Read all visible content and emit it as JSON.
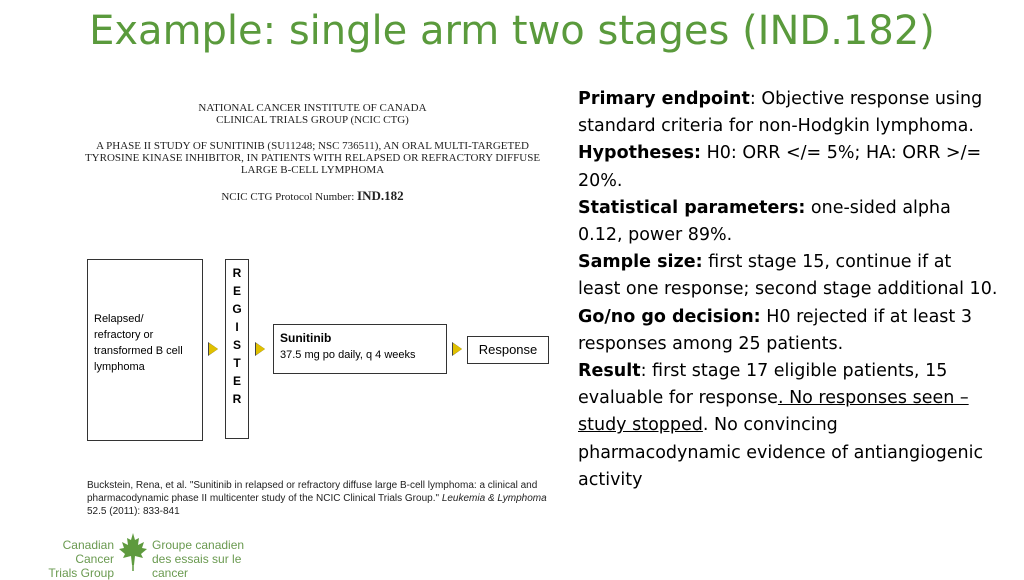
{
  "slide": {
    "title": "Example: single arm two stages (IND.182)"
  },
  "protocol": {
    "org_line1": "NATIONAL CANCER INSTITUTE OF CANADA",
    "org_line2": "CLINICAL TRIALS GROUP (NCIC CTG)",
    "study_line1": "A PHASE II STUDY OF SUNITINIB (SU11248; NSC 736511), AN ORAL MULTI-TARGETED",
    "study_line2": "TYROSINE KINASE INHIBITOR, IN PATIENTS WITH RELAPSED OR REFRACTORY DIFFUSE",
    "study_line3": "LARGE B-CELL LYMPHOMA",
    "number_label": "NCIC CTG Protocol Number: ",
    "number_value": "IND.182"
  },
  "schema": {
    "population_lines": [
      "Relapsed/",
      "refractory or",
      "transformed B cell",
      "lymphoma"
    ],
    "register_letters": [
      "R",
      "E",
      "G",
      "I",
      "S",
      "T",
      "E",
      "R"
    ],
    "drug_name": "Sunitinib",
    "drug_dose": "37.5 mg  po daily, q 4 weeks",
    "outcome": "Response"
  },
  "citation": {
    "part1": "Buckstein, Rena, et al. \"Sunitinib in relapsed or refractory diffuse large B-cell lymphoma: a clinical and pharmacodynamic phase II multicenter study of the NCIC Clinical Trials Group.\" ",
    "journal": "Leukemia & Lymphoma",
    "part2": " 52.5 (2011): 833-841"
  },
  "details": {
    "primary_label": "Primary endpoint",
    "primary_text": ": Objective response using standard criteria for non-Hodgkin lymphoma.",
    "hypotheses_label": "Hypotheses:",
    "hypotheses_text": " H0: ORR </= 5%; HA: ORR >/= 20%.",
    "stats_label": "Statistical parameters:",
    "stats_text": " one-sided alpha 0.12, power 89%.",
    "sample_label": "Sample size:",
    "sample_text": " first stage 15, continue if at least one response; second stage additional 10.",
    "decision_label": "Go/no go decision:",
    "decision_text": " H0 rejected if at least 3 responses among 25 patients.",
    "result_label": "Result",
    "result_text1": ": first stage 17 eligible patients, 15 evaluable for response",
    "result_underlined": ". No responses seen – study stopped",
    "result_text2": ". No convincing pharmacodynamic evidence of antiangiogenic activity"
  },
  "logo": {
    "en_line1": "Canadian Cancer",
    "en_line2": "Trials Group",
    "fr_line1": "Groupe canadien",
    "fr_line2": "des essais sur le cancer",
    "color": "#6a9a50"
  },
  "colors": {
    "title": "#5a9a3c",
    "arrow": "#e0c000"
  }
}
